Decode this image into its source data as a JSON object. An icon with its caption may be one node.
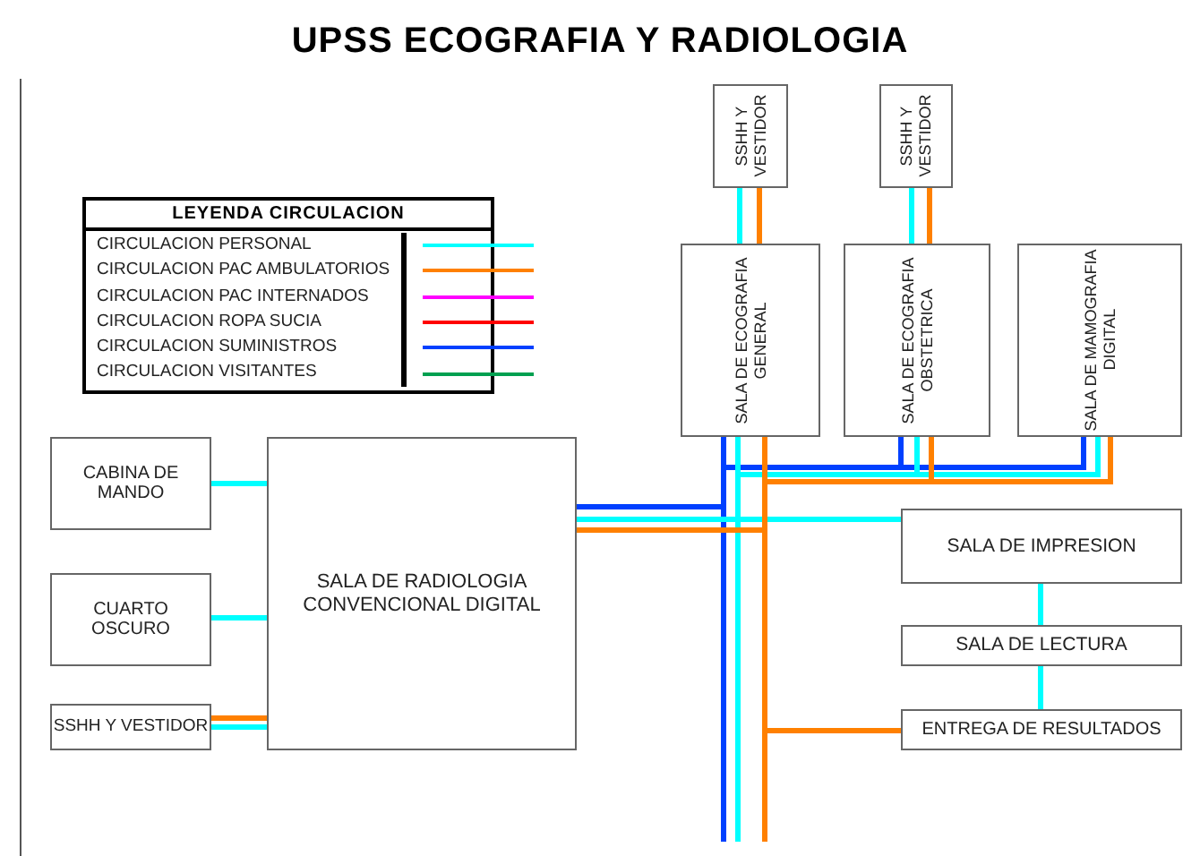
{
  "diagram": {
    "title": "UPSS ECOGRAFIA Y RADIOLOGIA",
    "nodes": [
      {
        "text": [
          "SSHH Y VESTIDOR"
        ]
      },
      {
        "text": [
          "SSHH Y VESTIDOR"
        ]
      },
      {
        "text": [
          "SALA DE ECOGRAFIA GENERAL"
        ]
      },
      {
        "text": [
          "SALA DE ECOGRAFIA OBSTETRICA"
        ]
      },
      {
        "text": [
          "SALA DE MAMOGRAFIA DIGITAL"
        ]
      },
      {
        "text": [
          "CABINA DE MANDO"
        ]
      },
      {
        "text": [
          "CUARTO OSCURO"
        ]
      },
      {
        "text": [
          "SSHH Y VESTIDOR"
        ]
      },
      {
        "text": [
          "SALA DE RADIOLOGIA CONVENCIONAL DIGITAL"
        ]
      },
      {
        "text": [
          "SALA DE IMPRESION"
        ]
      },
      {
        "text": [
          "SALA DE LECTURA"
        ]
      },
      {
        "text": [
          "ENTREGA DE RESULTADOS"
        ]
      }
    ],
    "edges": [
      {
        "from": 0,
        "to": 2,
        "arrow": "none",
        "color": "#00ffff"
      },
      {
        "from": 0,
        "to": 2,
        "arrow": "none",
        "color": "#ff8000"
      },
      {
        "from": 1,
        "to": 3,
        "arrow": "none",
        "color": "#00ffff"
      },
      {
        "from": 1,
        "to": 3,
        "arrow": "none",
        "color": "#ff8000"
      },
      {
        "from": 5,
        "to": 8,
        "arrow": "none",
        "color": "#00ffff"
      },
      {
        "from": 6,
        "to": 8,
        "arrow": "none",
        "color": "#00ffff"
      },
      {
        "from": 7,
        "to": 8,
        "arrow": "none",
        "color": "#ff8000"
      },
      {
        "from": 7,
        "to": 8,
        "arrow": "none",
        "color": "#00ffff"
      },
      {
        "from": 2,
        "to": null,
        "arrow": "none",
        "color": "#0040ff"
      },
      {
        "from": 3,
        "to": null,
        "arrow": "none",
        "color": "#0040ff"
      },
      {
        "from": 4,
        "to": null,
        "arrow": "none",
        "color": "#0040ff"
      },
      {
        "from": 8,
        "to": null,
        "arrow": "none",
        "color": "#0040ff"
      },
      {
        "from": 2,
        "to": null,
        "arrow": "none",
        "color": "#00ffff"
      },
      {
        "from": 3,
        "to": null,
        "arrow": "none",
        "color": "#00ffff"
      },
      {
        "from": 4,
        "to": null,
        "arrow": "none",
        "color": "#00ffff"
      },
      {
        "from": 8,
        "to": 9,
        "arrow": "none",
        "color": "#00ffff"
      },
      {
        "from": 2,
        "to": null,
        "arrow": "none",
        "color": "#ff8000"
      },
      {
        "from": 3,
        "to": null,
        "arrow": "none",
        "color": "#ff8000"
      },
      {
        "from": 4,
        "to": null,
        "arrow": "none",
        "color": "#ff8000"
      },
      {
        "from": 8,
        "to": null,
        "arrow": "none",
        "color": "#ff8000"
      },
      {
        "from": 11,
        "to": null,
        "arrow": "none",
        "color": "#ff8000"
      },
      {
        "from": 9,
        "to": 10,
        "arrow": "none",
        "color": "#00ffff"
      },
      {
        "from": 10,
        "to": 11,
        "arrow": "none",
        "color": "#00ffff"
      }
    ],
    "labels": [
      "LEYENDA CIRCULACION"
    ],
    "legend": [
      {
        "text": "CIRCULACION PERSONAL",
        "color": "#00ffff"
      },
      {
        "text": "CIRCULACION PAC AMBULATORIOS",
        "color": "#ff8000"
      },
      {
        "text": "CIRCULACION PAC INTERNADOS",
        "color": "#ff00ff"
      },
      {
        "text": "CIRCULACION ROPA SUCIA",
        "color": "#ff0000"
      },
      {
        "text": "CIRCULACION SUMINISTROS",
        "color": "#0040ff"
      },
      {
        "text": "CIRCULACION VISITANTES",
        "color": "#00a050"
      }
    ]
  }
}
